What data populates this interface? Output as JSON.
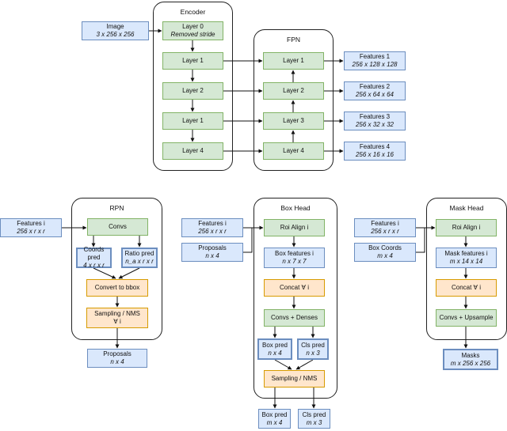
{
  "groups": {
    "encoder": "Encoder",
    "fpn": "FPN",
    "rpn": "RPN",
    "box_head": "Box Head",
    "mask_head": "Mask Head"
  },
  "encoder_section": {
    "image": {
      "label": "Image",
      "dims": "3 x 256 x 256"
    },
    "layer0": {
      "label": "Layer 0",
      "note": "Removed stride"
    },
    "layer1a": "Layer 1",
    "layer2": "Layer 2",
    "layer1b": "Layer 1",
    "layer4": "Layer 4"
  },
  "fpn_section": {
    "layer1": "Layer 1",
    "layer2": "Layer 2",
    "layer3": "Layer 3",
    "layer4": "Layer 4",
    "features": [
      {
        "label": "Features 1",
        "dims": "256 x 128 x 128"
      },
      {
        "label": "Features 2",
        "dims": "256 x 64 x 64"
      },
      {
        "label": "Features 3",
        "dims": "256 x 32 x 32"
      },
      {
        "label": "Features 4",
        "dims": "256 x 16 x 16"
      }
    ]
  },
  "rpn_section": {
    "features_in": {
      "label": "Features i",
      "dims": "256 x r x r"
    },
    "convs": "Convs",
    "coords_pred": {
      "label": "Coords pred",
      "dims": "4 x r x r"
    },
    "ratio_pred": {
      "label": "Ratio pred",
      "dims": "n_a x r x r"
    },
    "convert": "Convert to bbox",
    "sampling": {
      "label": "Sampling / NMS",
      "note": "∀ i"
    },
    "proposals_out": {
      "label": "Proposals",
      "dims": "n x 4"
    }
  },
  "box_section": {
    "features_in": {
      "label": "Features i",
      "dims": "256 x r x r"
    },
    "proposals_in": {
      "label": "Proposals",
      "dims": "n x 4"
    },
    "roi_align": "Roi Align i",
    "box_features": {
      "label": "Box features i",
      "dims": "n x 7 x 7"
    },
    "concat": "Concat ∀ i",
    "convs_denses": "Convs + Denses",
    "box_pred": {
      "label": "Box pred",
      "dims": "n x 4"
    },
    "cls_pred": {
      "label": "Cls pred",
      "dims": "n x 3"
    },
    "sampling": "Sampling / NMS",
    "box_pred_out": {
      "label": "Box pred",
      "dims": "m x 4"
    },
    "cls_pred_out": {
      "label": "Cls pred",
      "dims": "m x 3"
    }
  },
  "mask_section": {
    "features_in": {
      "label": "Features i",
      "dims": "256 x r x r"
    },
    "box_coords_in": {
      "label": "Box Coords",
      "dims": "m x 4"
    },
    "roi_align": "Roi Align i",
    "mask_features": {
      "label": "Mask features i",
      "dims": "m x 14 x 14"
    },
    "concat": "Concat ∀ i",
    "convs_upsample": "Convs + Upsample",
    "masks_out": {
      "label": "Masks",
      "dims": "m x 256 x 256"
    }
  }
}
